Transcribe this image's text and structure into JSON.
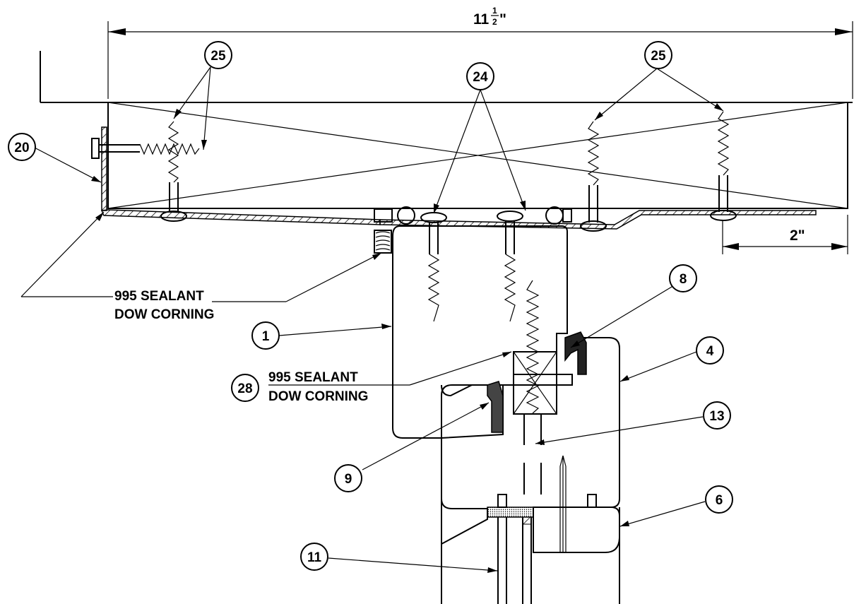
{
  "dimensions": {
    "overall_width": "11",
    "overall_width_frac_num": "1",
    "overall_width_frac_den": "2",
    "overall_width_inch_mark": "\"",
    "offset": "2\""
  },
  "notes": {
    "sealant_top_line1": "995 SEALANT",
    "sealant_top_line2": "DOW CORNING",
    "sealant_mid_line1": "995 SEALANT",
    "sealant_mid_line2": "DOW CORNING"
  },
  "callouts": {
    "c1": "1",
    "c4": "4",
    "c6": "6",
    "c8": "8",
    "c9": "9",
    "c11": "11",
    "c13": "13",
    "c20": "20",
    "c24": "24",
    "c25_left": "25",
    "c25_right": "25",
    "c28": "28"
  },
  "colors": {
    "line": "#000000",
    "background": "#ffffff"
  }
}
